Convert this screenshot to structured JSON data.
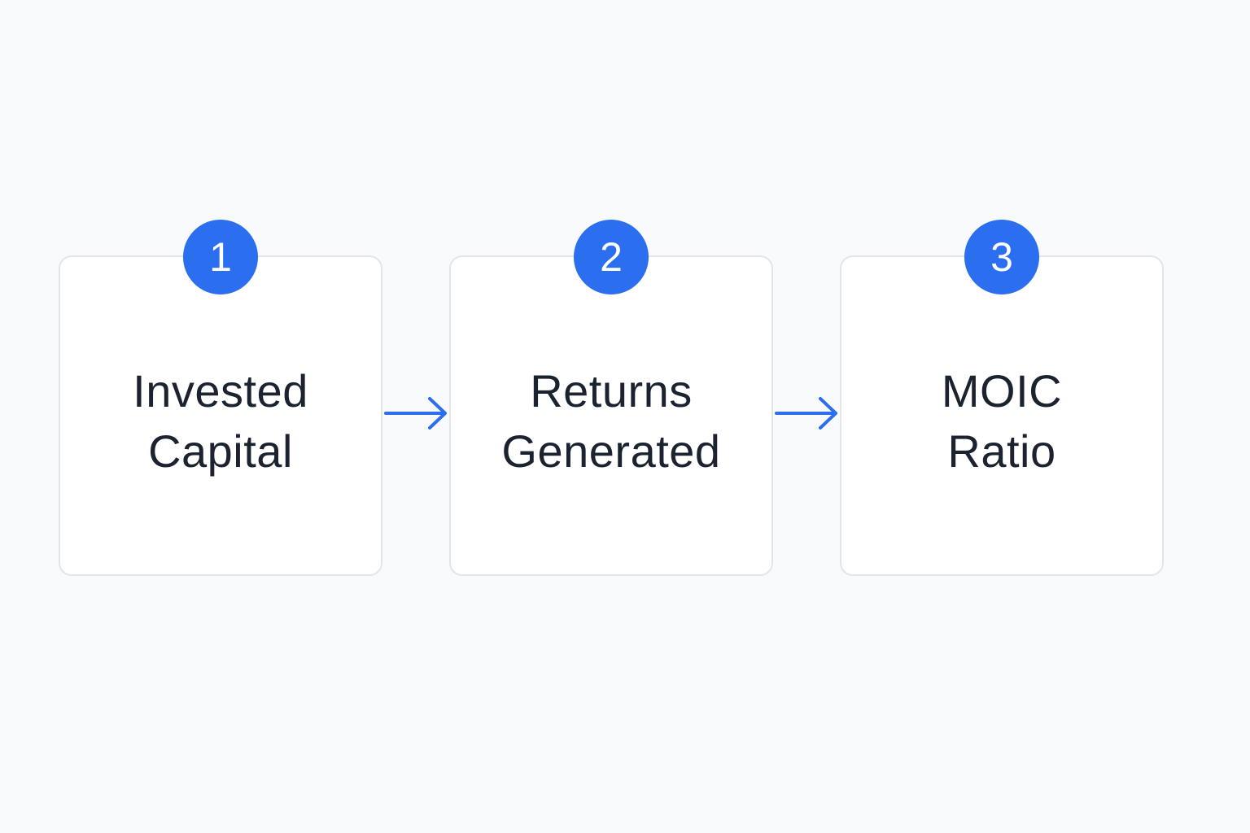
{
  "colors": {
    "accent": "#2b6ef0",
    "card_border": "#e3e5ea",
    "text": "#1b2330",
    "background": "#f9fafc"
  },
  "steps": [
    {
      "number": "1",
      "line1": "Invested",
      "line2": "Capital"
    },
    {
      "number": "2",
      "line1": "Returns",
      "line2": "Generated"
    },
    {
      "number": "3",
      "line1": "MOIC",
      "line2": "Ratio"
    }
  ],
  "connectors": [
    {
      "icon": "arrow-right-icon"
    },
    {
      "icon": "arrow-right-icon"
    }
  ]
}
